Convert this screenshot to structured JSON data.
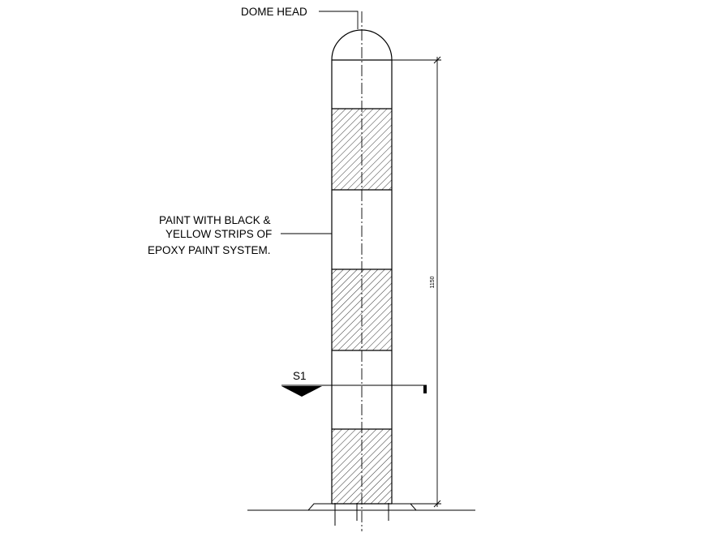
{
  "labels": {
    "dome_head": "DOME HEAD",
    "paint_line1": "PAINT WITH BLACK &",
    "paint_line2": "YELLOW STRIPS OF",
    "paint_line3": "EPOXY PAINT SYSTEM.",
    "section": "S1",
    "dimension": "1150"
  },
  "bollard": {
    "bands": [
      {
        "pattern": "plain"
      },
      {
        "pattern": "hatched"
      },
      {
        "pattern": "plain"
      },
      {
        "pattern": "hatched"
      },
      {
        "pattern": "plain"
      },
      {
        "pattern": "plain"
      },
      {
        "pattern": "hatched"
      }
    ]
  }
}
